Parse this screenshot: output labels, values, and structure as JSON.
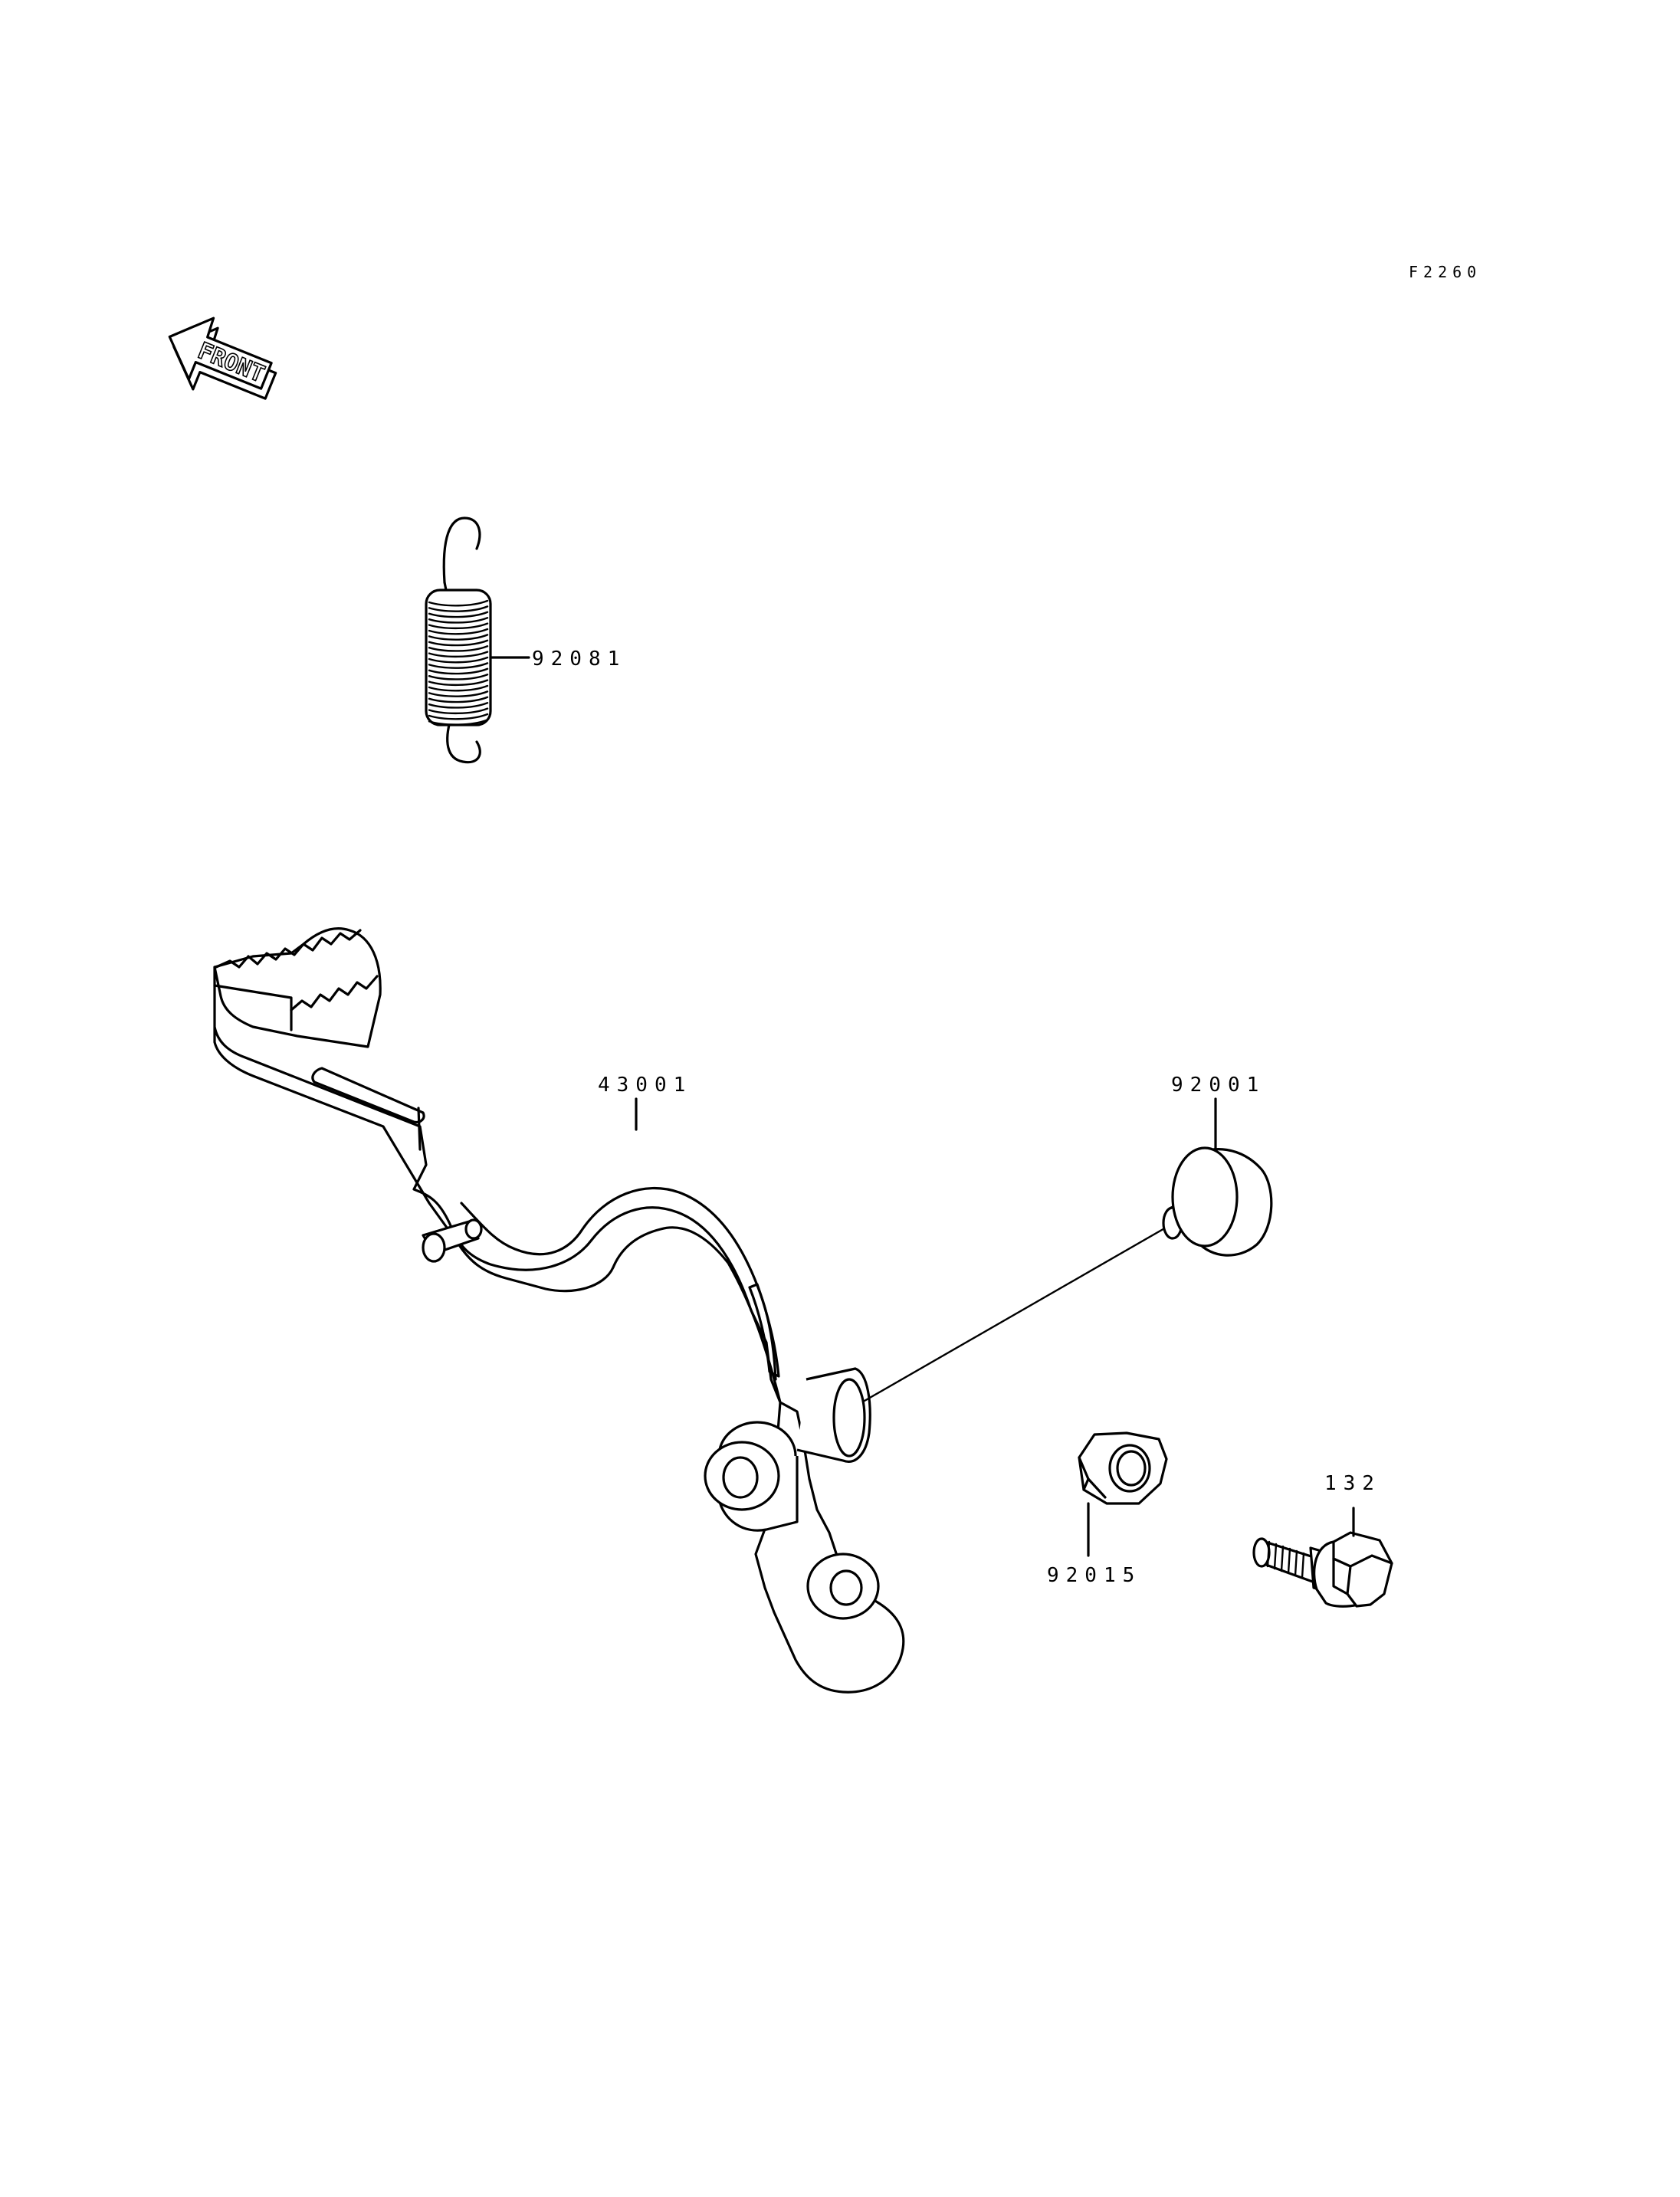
{
  "figure_code": "F2260",
  "front_indicator": "FRONT",
  "parts": [
    {
      "part_no": "92081",
      "item": "spring"
    },
    {
      "part_no": "43001",
      "item": "brake pedal"
    },
    {
      "part_no": "92001",
      "item": "pivot bolt"
    },
    {
      "part_no": "92015",
      "item": "nut"
    },
    {
      "part_no": "132",
      "item": "flange bolt"
    }
  ]
}
